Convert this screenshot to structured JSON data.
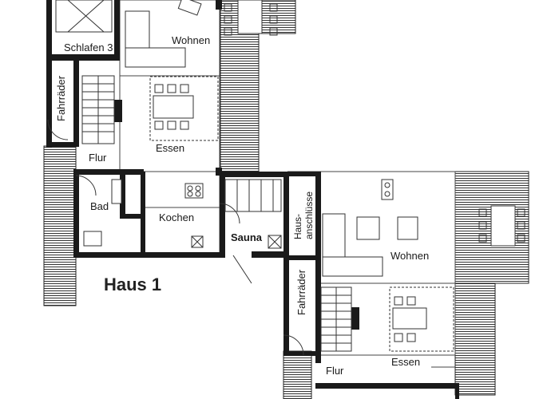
{
  "title": "Haus 1",
  "rooms": {
    "schlafen3": "Schlafen 3",
    "wohnen_top": "Wohnen",
    "fahrraeder_top": "Fahrräder",
    "flur_top": "Flur",
    "essen_top": "Essen",
    "bad": "Bad",
    "kochen": "Kochen",
    "sauna": "Sauna",
    "hausanschluesse": "Haus-\nanschlüsse",
    "wohnen_right": "Wohnen",
    "fahrraeder_bottom": "Fahrräder",
    "flur_bottom": "Flur",
    "essen_bottom": "Essen"
  }
}
